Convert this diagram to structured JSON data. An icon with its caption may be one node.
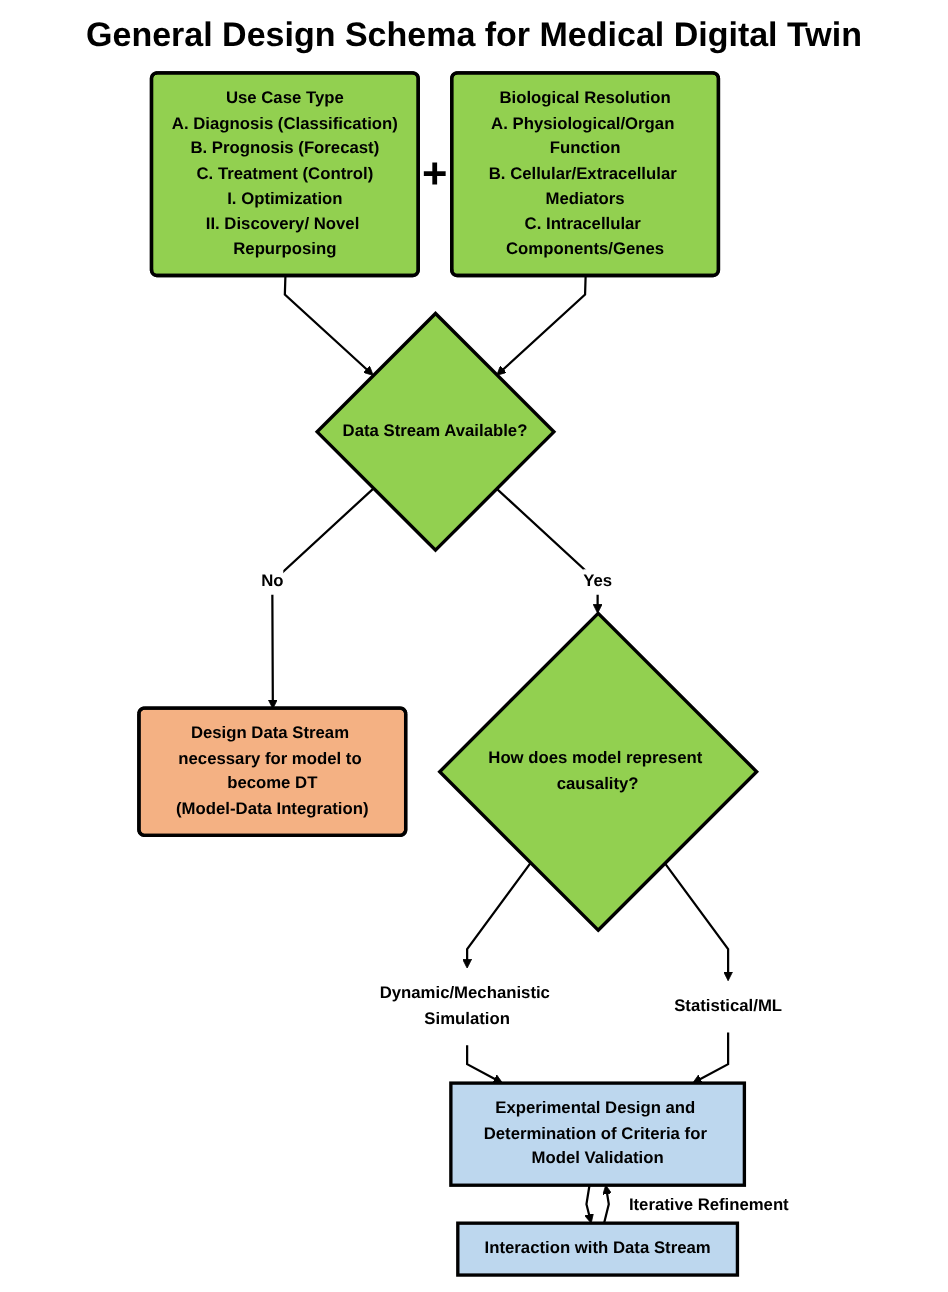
{
  "diagram": {
    "title": "General Design Schema for Medical Digital Twin",
    "nodes": [
      {
        "text": [
          "Use Case Type",
          "A. Diagnosis (Classification)",
          "B. Prognosis (Forecast)",
          "C. Treatment (Control)",
          "I. Optimization",
          "II. Discovery/ Novel Repurposing"
        ]
      },
      {
        "text": [
          "Biological Resolution",
          "A. Physiological/Organ Function",
          "B. Cellular/Extracellular Mediators",
          "C. Intracellular Components/Genes"
        ]
      },
      {
        "text": [
          "Data Stream Available?"
        ]
      },
      {
        "text": [
          "Design Data Stream necessary for model to become DT",
          "(Model-Data Integration)"
        ]
      },
      {
        "text": [
          "How does model represent causality?"
        ]
      },
      {
        "text": [
          "Dynamic/Mechanistic Simulation"
        ]
      },
      {
        "text": [
          "Statistical/ML"
        ]
      },
      {
        "text": [
          "Experimental Design and Determination of Criteria for Model Validation"
        ]
      },
      {
        "text": [
          "Interaction with Data Stream"
        ]
      }
    ],
    "edges": [
      {
        "from": 0,
        "to": 2,
        "arrow": "to"
      },
      {
        "from": 1,
        "to": 2,
        "arrow": "to"
      },
      {
        "from": 2,
        "to": 3,
        "arrow": "to",
        "label": "No"
      },
      {
        "from": 2,
        "to": 4,
        "arrow": "to",
        "label": "Yes"
      },
      {
        "from": 4,
        "to": 5,
        "arrow": "to"
      },
      {
        "from": 4,
        "to": 6,
        "arrow": "to"
      },
      {
        "from": 5,
        "to": 7,
        "arrow": "to"
      },
      {
        "from": 6,
        "to": 7,
        "arrow": "to"
      },
      {
        "from": 7,
        "to": 8,
        "arrow": "to"
      },
      {
        "from": 8,
        "to": 7,
        "arrow": "to"
      }
    ],
    "labels": [
      "+",
      "Iterative Refinement"
    ]
  }
}
